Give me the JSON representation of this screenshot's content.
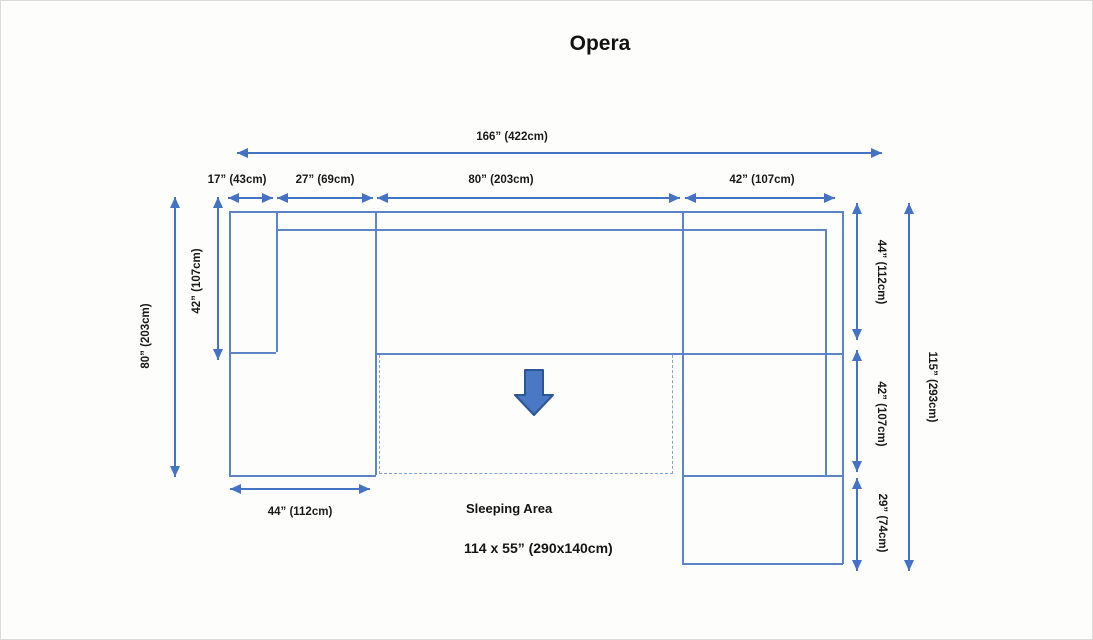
{
  "title": "Opera",
  "colors": {
    "accent": "#4472C4",
    "line": "#5b85c7",
    "dash": "#7fa3dc",
    "icon_fill": "#4a78c4",
    "icon_stroke": "#2e5596"
  },
  "dimensions": {
    "total_width": "166” (422cm)",
    "top_seg_17": "17” (43cm)",
    "top_seg_27": "27” (69cm)",
    "top_seg_80": "80” (203cm)",
    "top_seg_42": "42” (107cm)",
    "left_overall_80": "80” (203cm)",
    "left_chaise_42": "42” (107cm)",
    "right_back_44": "44” (112cm)",
    "right_seat_42": "42” (107cm)",
    "right_ottoman_29": "29” (74cm)",
    "right_overall_115": "115” (293cm)",
    "bottom_left_44": "44” (112cm)"
  },
  "sleeping_area": {
    "label": "Sleeping Area",
    "size": "114 x 55” (290x140cm)"
  }
}
